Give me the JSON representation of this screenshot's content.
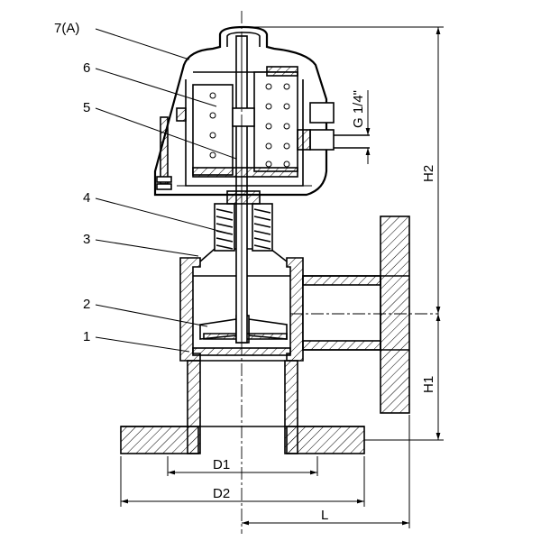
{
  "callouts": [
    {
      "id": "7a",
      "text": "7(A)"
    },
    {
      "id": "6",
      "text": "6"
    },
    {
      "id": "5",
      "text": "5"
    },
    {
      "id": "4",
      "text": "4"
    },
    {
      "id": "3",
      "text": "3"
    },
    {
      "id": "2",
      "text": "2"
    },
    {
      "id": "1",
      "text": "1"
    }
  ],
  "dimensions": {
    "port_thread": "G 1/4\"",
    "h2": "H2",
    "h1": "H1",
    "d1": "D1",
    "d2": "D2",
    "l": "L"
  }
}
